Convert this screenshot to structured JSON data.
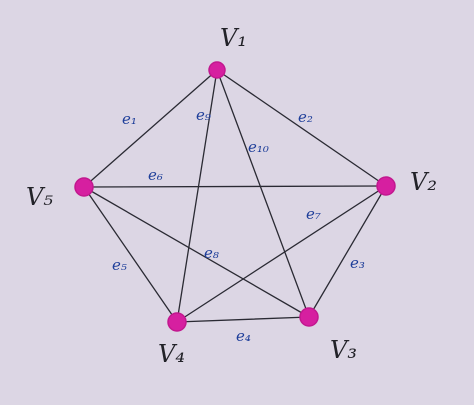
{
  "colors": {
    "background": "#dcd6e4",
    "vertex": "#d61fa0",
    "edge": "#2a2a33",
    "edge_label": "#1f3f9a",
    "vertex_label": "#222228"
  },
  "vertices": [
    {
      "id": "v1",
      "label": "V₁"
    },
    {
      "id": "v2",
      "label": "V₂"
    },
    {
      "id": "v3",
      "label": "V₃"
    },
    {
      "id": "v4",
      "label": "V₄"
    },
    {
      "id": "v5",
      "label": "V₅"
    }
  ],
  "edges": [
    {
      "id": "e1",
      "label": "e₁",
      "from": "v1",
      "to": "v5"
    },
    {
      "id": "e2",
      "label": "e₂",
      "from": "v1",
      "to": "v2"
    },
    {
      "id": "e3",
      "label": "e₃",
      "from": "v2",
      "to": "v3"
    },
    {
      "id": "e4",
      "label": "e₄",
      "from": "v3",
      "to": "v4"
    },
    {
      "id": "e5",
      "label": "e₅",
      "from": "v4",
      "to": "v5"
    },
    {
      "id": "e6",
      "label": "e₆",
      "from": "v5",
      "to": "v2"
    },
    {
      "id": "e7",
      "label": "e₇",
      "from": "v2",
      "to": "v4"
    },
    {
      "id": "e8",
      "label": "e₈",
      "from": "v5",
      "to": "v3"
    },
    {
      "id": "e9",
      "label": "e₉",
      "from": "v1",
      "to": "v4"
    },
    {
      "id": "e10",
      "label": "e₁₀",
      "from": "v1",
      "to": "v3"
    }
  ]
}
